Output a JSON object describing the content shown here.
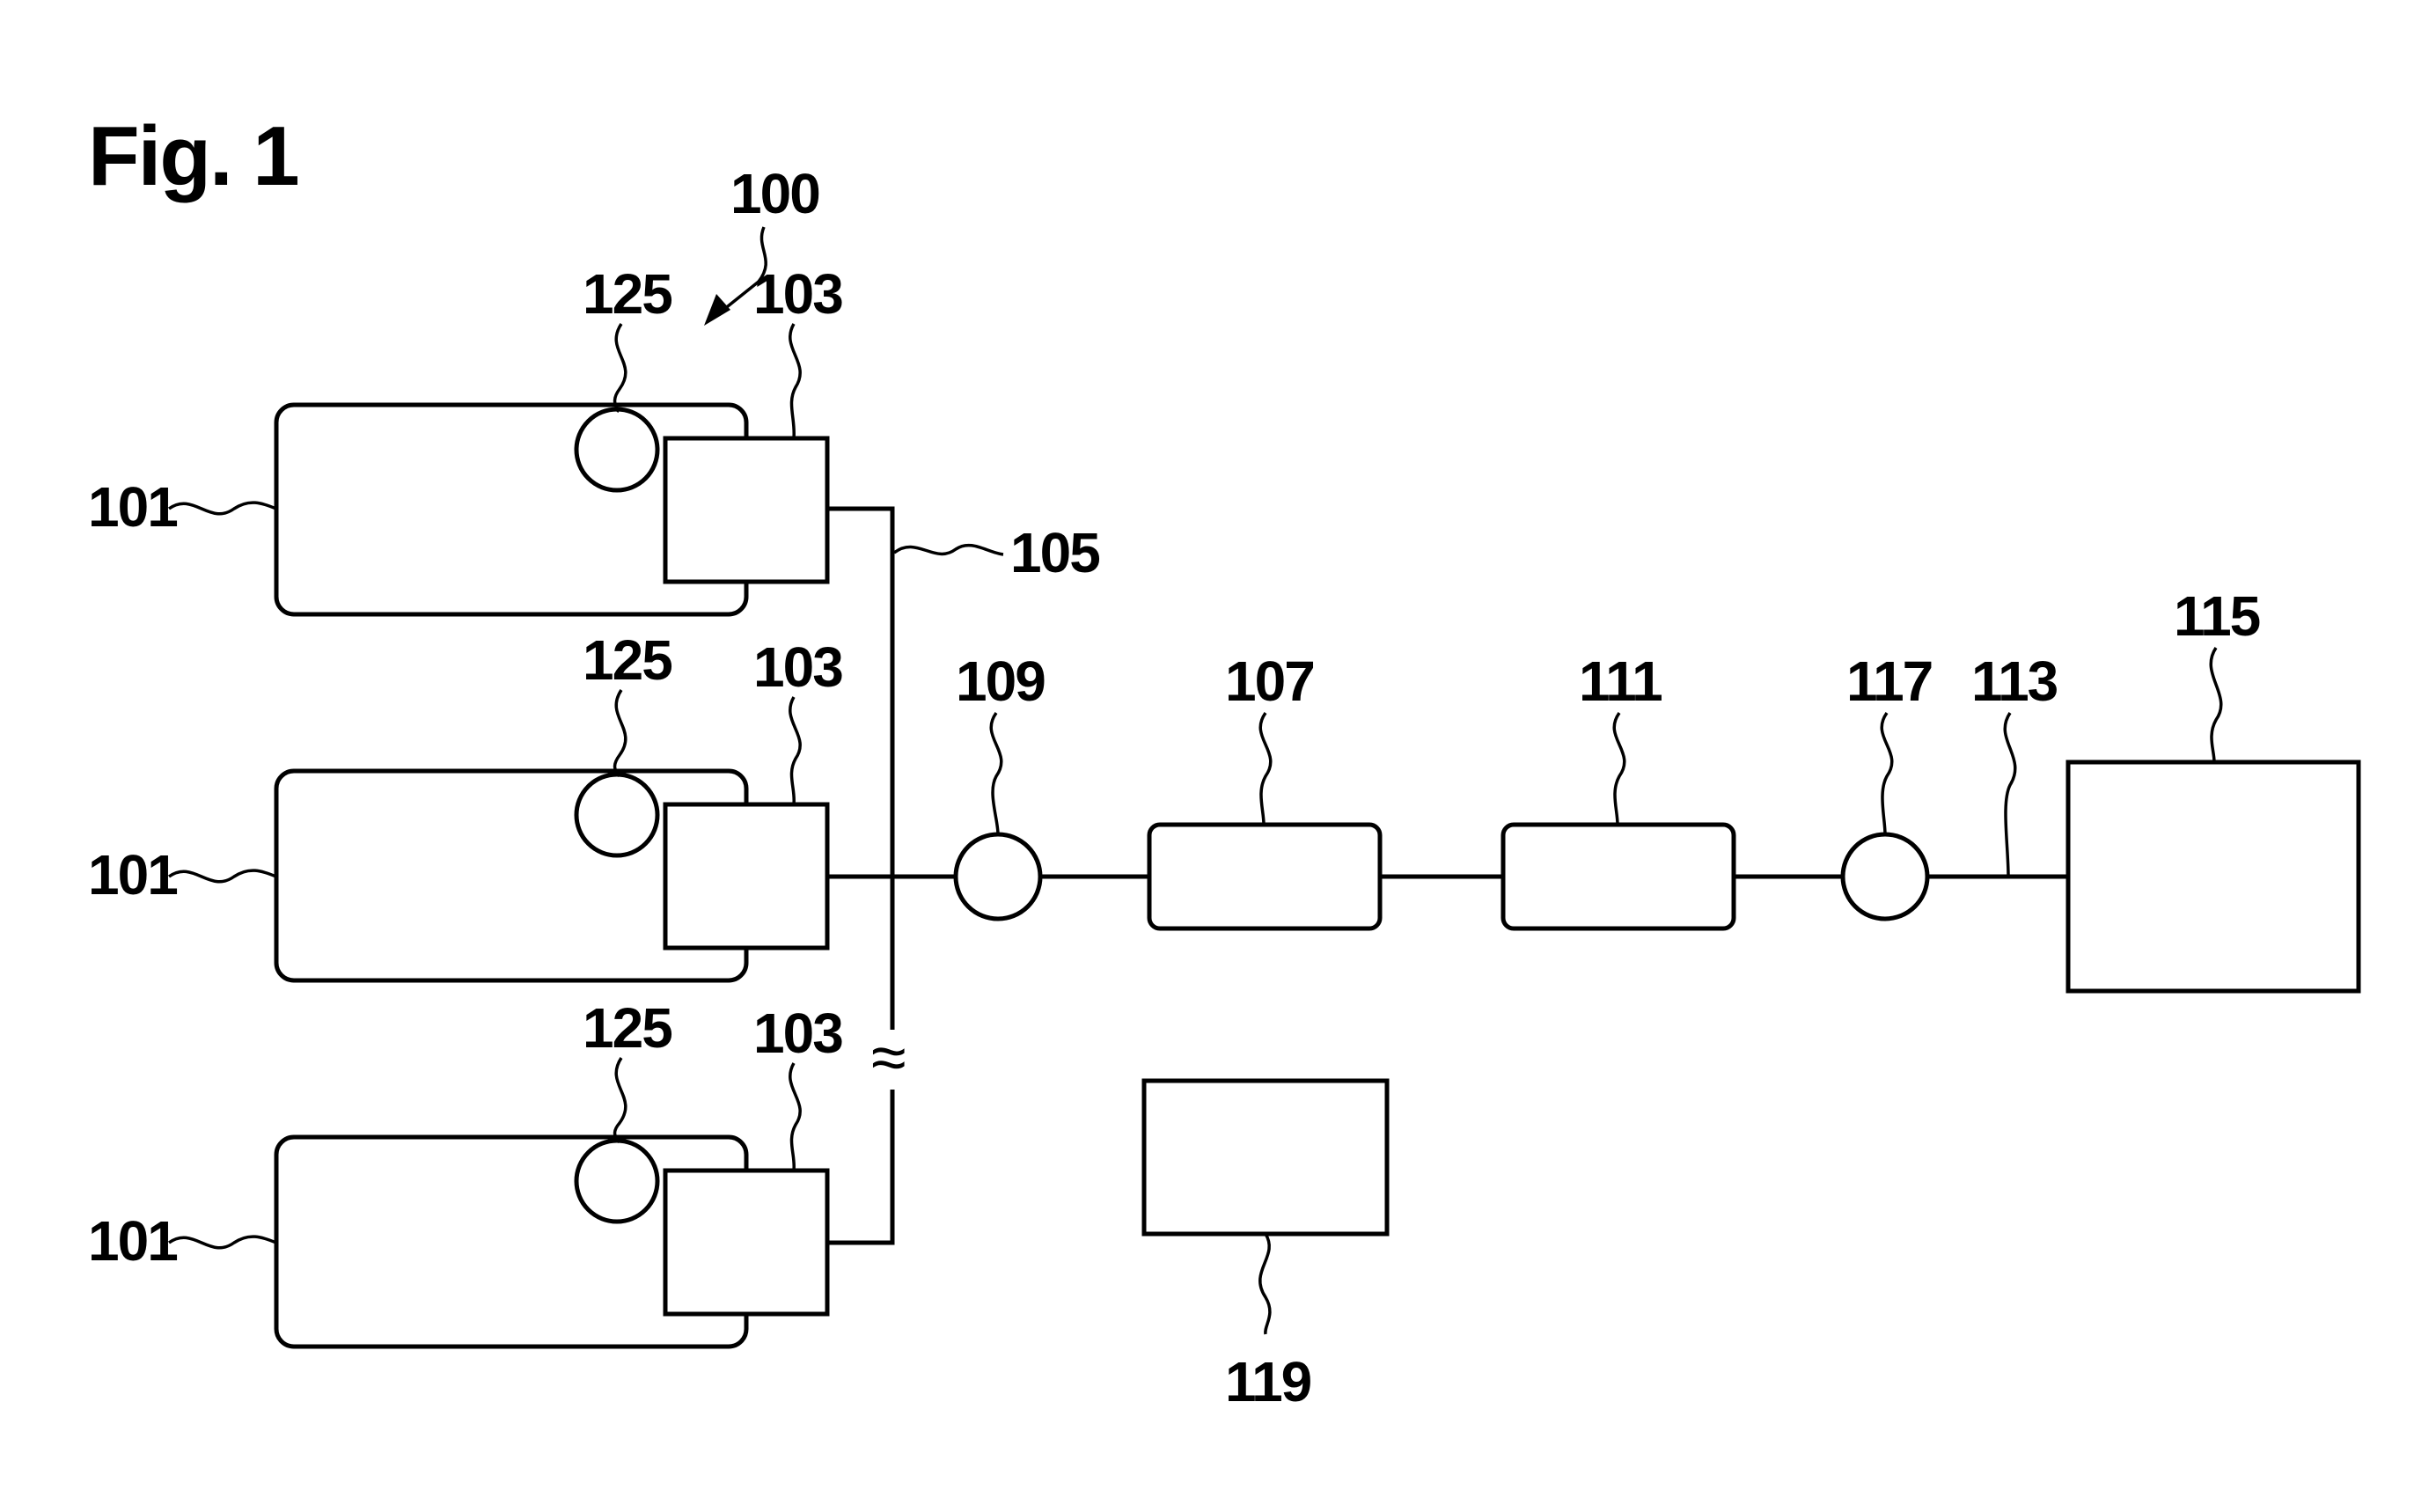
{
  "figure": {
    "title": "Fig. 1",
    "system_ref": "100",
    "units": [
      {
        "body_ref": "101",
        "sensor_ref": "125",
        "module_ref": "103"
      },
      {
        "body_ref": "101",
        "sensor_ref": "125",
        "module_ref": "103"
      },
      {
        "body_ref": "101",
        "sensor_ref": "125",
        "module_ref": "103"
      }
    ],
    "bus_ref": "105",
    "break_symbol": "≈",
    "chain": {
      "node_a_ref": "109",
      "block_a_ref": "107",
      "block_b_ref": "111",
      "node_b_ref": "117",
      "line_ref": "113",
      "end_block_ref": "115"
    },
    "separate_block_ref": "119"
  }
}
